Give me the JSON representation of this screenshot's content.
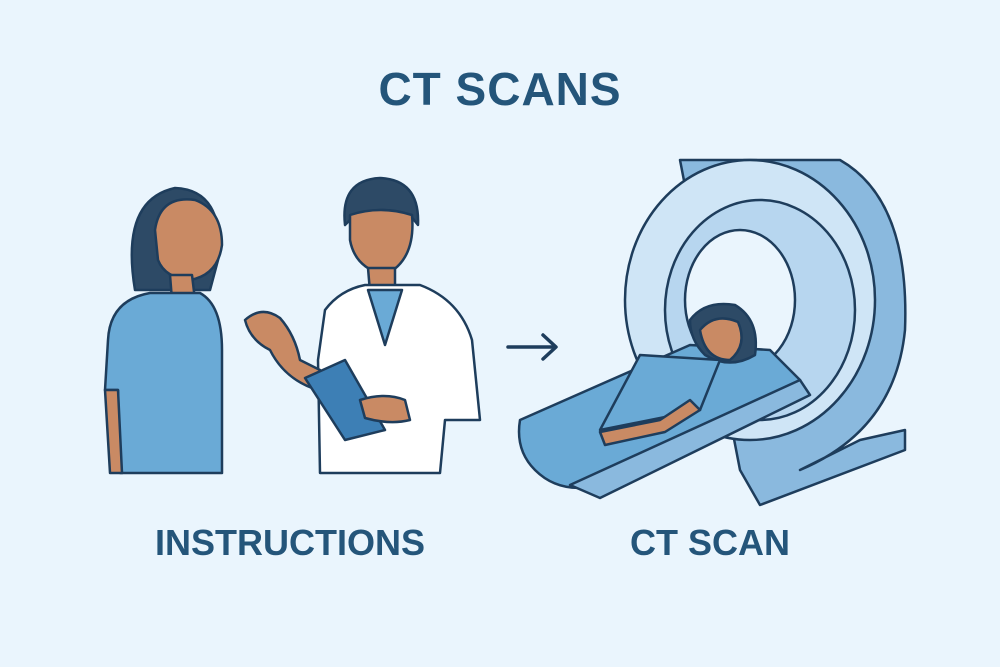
{
  "title": "CT SCANS",
  "captions": {
    "left": "INSTRUCTIONS",
    "right": "CT SCAN"
  },
  "colors": {
    "background": "#eaf5fd",
    "text": "#24557a",
    "outline": "#1e3d5c",
    "shirt": "#6aaad6",
    "skin": "#c98a64",
    "hair": "#2d4a66",
    "scanner_light": "#cfe5f6",
    "scanner_dark": "#8ab9de"
  },
  "icons": [
    "patient-woman",
    "doctor-with-clipboard",
    "arrow-right-icon",
    "ct-scanner"
  ]
}
